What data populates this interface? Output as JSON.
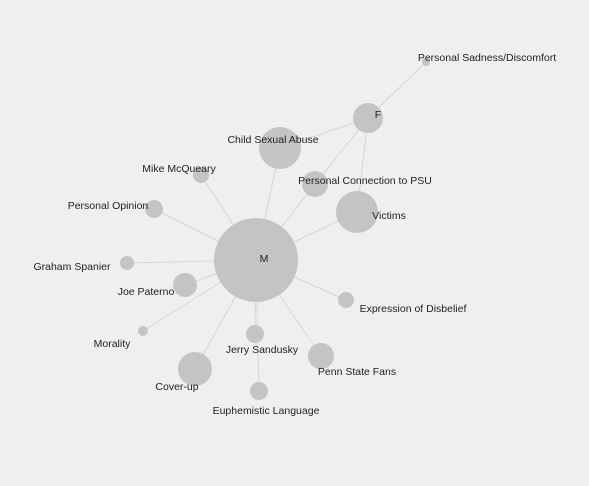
{
  "graph": {
    "colors": {
      "background": "#efefef",
      "node": "#c4c4c4",
      "edge": "#d6d6d6",
      "text": "#222222"
    },
    "nodes": [
      {
        "id": "M",
        "label": "M"
      },
      {
        "id": "F",
        "label": "F"
      },
      {
        "id": "personal-sadness",
        "label": "Personal Sadness/Discomfort"
      },
      {
        "id": "child-sexual-abuse",
        "label": "Child Sexual Abuse"
      },
      {
        "id": "mike-mcqueary",
        "label": "Mike McQueary"
      },
      {
        "id": "personal-connection",
        "label": "Personal Connection to PSU"
      },
      {
        "id": "personal-opinion",
        "label": "Personal Opinion"
      },
      {
        "id": "victims",
        "label": "Victims"
      },
      {
        "id": "graham-spanier",
        "label": "Graham Spanier"
      },
      {
        "id": "joe-paterno",
        "label": "Joe Paterno"
      },
      {
        "id": "expression-of-disbelief",
        "label": "Expression of Disbelief"
      },
      {
        "id": "morality",
        "label": "Morality"
      },
      {
        "id": "jerry-sandusky",
        "label": "Jerry Sandusky"
      },
      {
        "id": "penn-state-fans",
        "label": "Penn State Fans"
      },
      {
        "id": "cover-up",
        "label": "Cover-up"
      },
      {
        "id": "euphemistic-language",
        "label": "Euphemistic Language"
      }
    ],
    "edges": [
      [
        "M",
        "child-sexual-abuse"
      ],
      [
        "M",
        "mike-mcqueary"
      ],
      [
        "M",
        "personal-connection"
      ],
      [
        "M",
        "personal-opinion"
      ],
      [
        "M",
        "victims"
      ],
      [
        "M",
        "graham-spanier"
      ],
      [
        "M",
        "joe-paterno"
      ],
      [
        "M",
        "expression-of-disbelief"
      ],
      [
        "M",
        "morality"
      ],
      [
        "M",
        "jerry-sandusky"
      ],
      [
        "M",
        "penn-state-fans"
      ],
      [
        "M",
        "cover-up"
      ],
      [
        "M",
        "euphemistic-language"
      ],
      [
        "F",
        "personal-sadness"
      ],
      [
        "F",
        "child-sexual-abuse"
      ],
      [
        "F",
        "personal-connection"
      ],
      [
        "F",
        "victims"
      ]
    ]
  }
}
